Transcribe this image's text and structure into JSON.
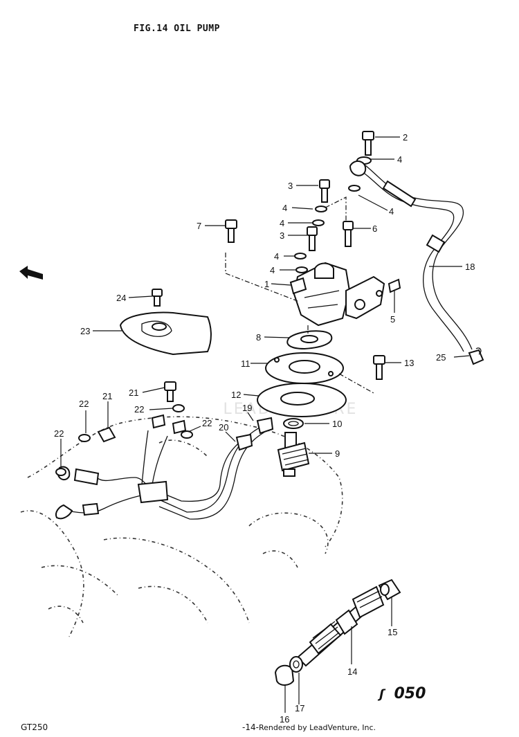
{
  "header": {
    "title": "FIG.14  OIL PUMP"
  },
  "footer": {
    "model": "GT250",
    "page_number": "-14-",
    "rendered_by": "Rendered by LeadVenture, Inc."
  },
  "drawing_code": "050",
  "watermark": "LEADVENTURE",
  "callouts": [
    "1",
    "2",
    "3",
    "3",
    "4",
    "4",
    "4",
    "4",
    "4",
    "4",
    "5",
    "6",
    "7",
    "8",
    "9",
    "10",
    "11",
    "12",
    "13",
    "14",
    "15",
    "16",
    "17",
    "18",
    "19",
    "20",
    "21",
    "21",
    "22",
    "22",
    "22",
    "22",
    "23",
    "24",
    "25"
  ]
}
